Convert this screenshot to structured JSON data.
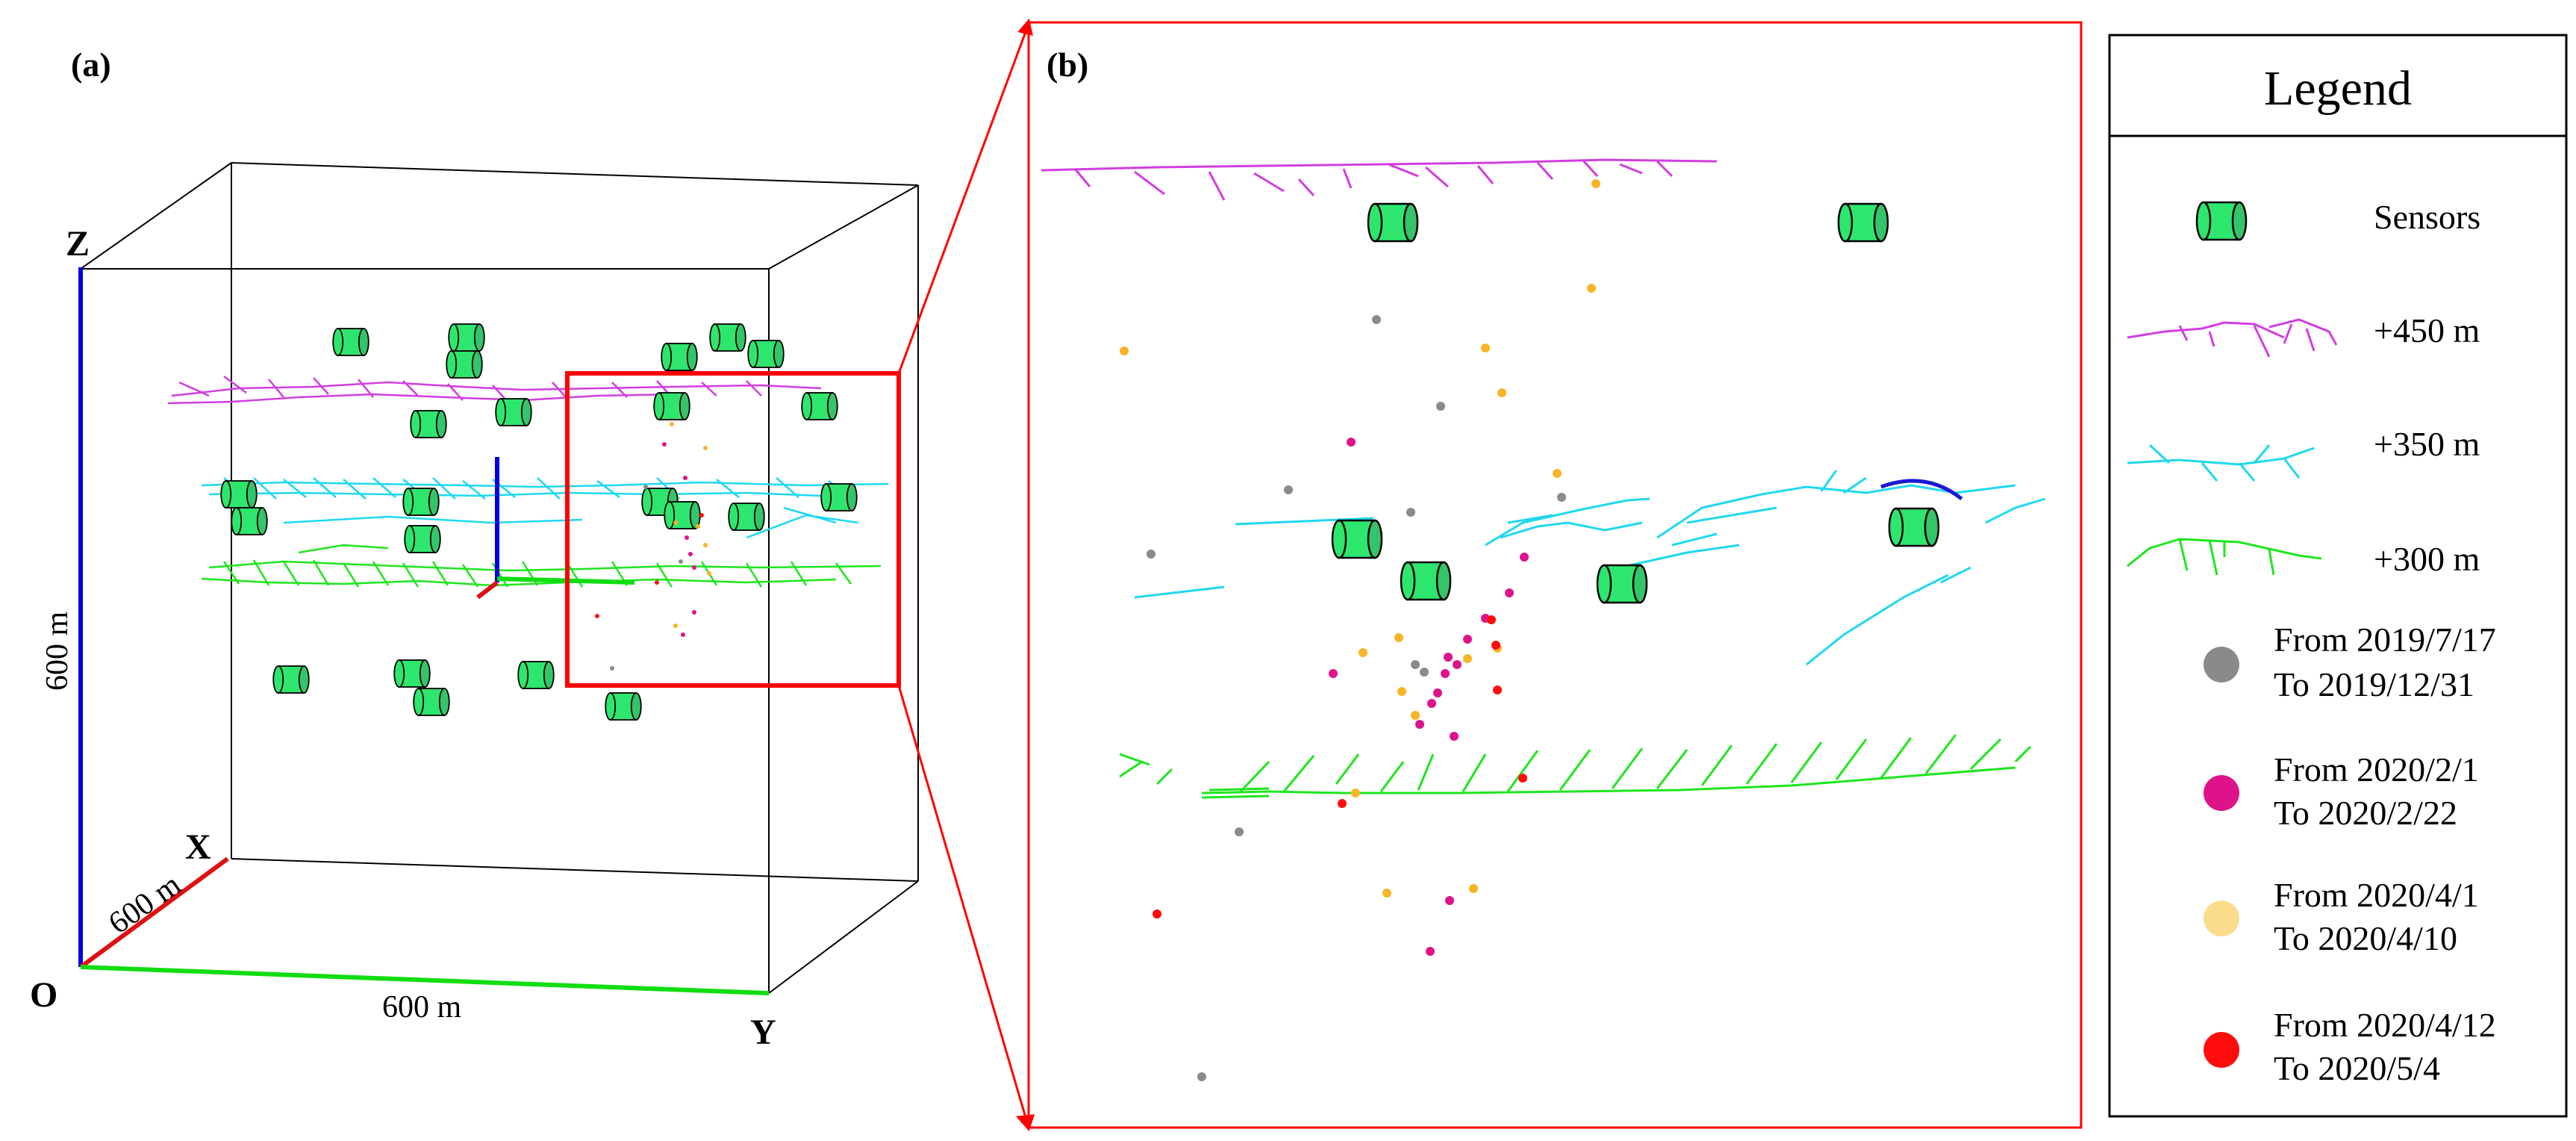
{
  "panels": {
    "a": "(a)",
    "b": "(b)"
  },
  "axes": {
    "z": "Z",
    "x": "X",
    "y": "Y",
    "origin": "O",
    "z_length": "600 m",
    "x_length": "600 m",
    "y_length": "600 m"
  },
  "legend": {
    "title": "Legend",
    "items": [
      {
        "label": "Sensors",
        "kind": "sensor",
        "color": "#2ee66e"
      },
      {
        "label": "+450 m",
        "kind": "line",
        "color": "#d23ee0"
      },
      {
        "label": "+350 m",
        "kind": "line",
        "color": "#1fd8ef"
      },
      {
        "label": "+300 m",
        "kind": "line",
        "color": "#1ee61e"
      },
      {
        "label": "From 2019/7/17",
        "label2": "To 2019/12/31",
        "kind": "dot",
        "color": "#8a8a8a"
      },
      {
        "label": "From 2020/2/1",
        "label2": "To 2020/2/22",
        "kind": "dot",
        "color": "#de138a"
      },
      {
        "label": "From 2020/4/1",
        "label2": "To 2020/4/10",
        "kind": "dot",
        "color": "#fbdc8a"
      },
      {
        "label": "From 2020/4/12",
        "label2": "To 2020/5/4",
        "kind": "dot",
        "color": "#ff0d0d"
      }
    ]
  },
  "colors": {
    "highlight": "#ff0000",
    "axis_z": "#0000dd",
    "axis_x": "#e01010",
    "axis_y": "#11dd11",
    "dot_apr_drawn": "#f8b426",
    "arc": "#1a1ad0"
  }
}
